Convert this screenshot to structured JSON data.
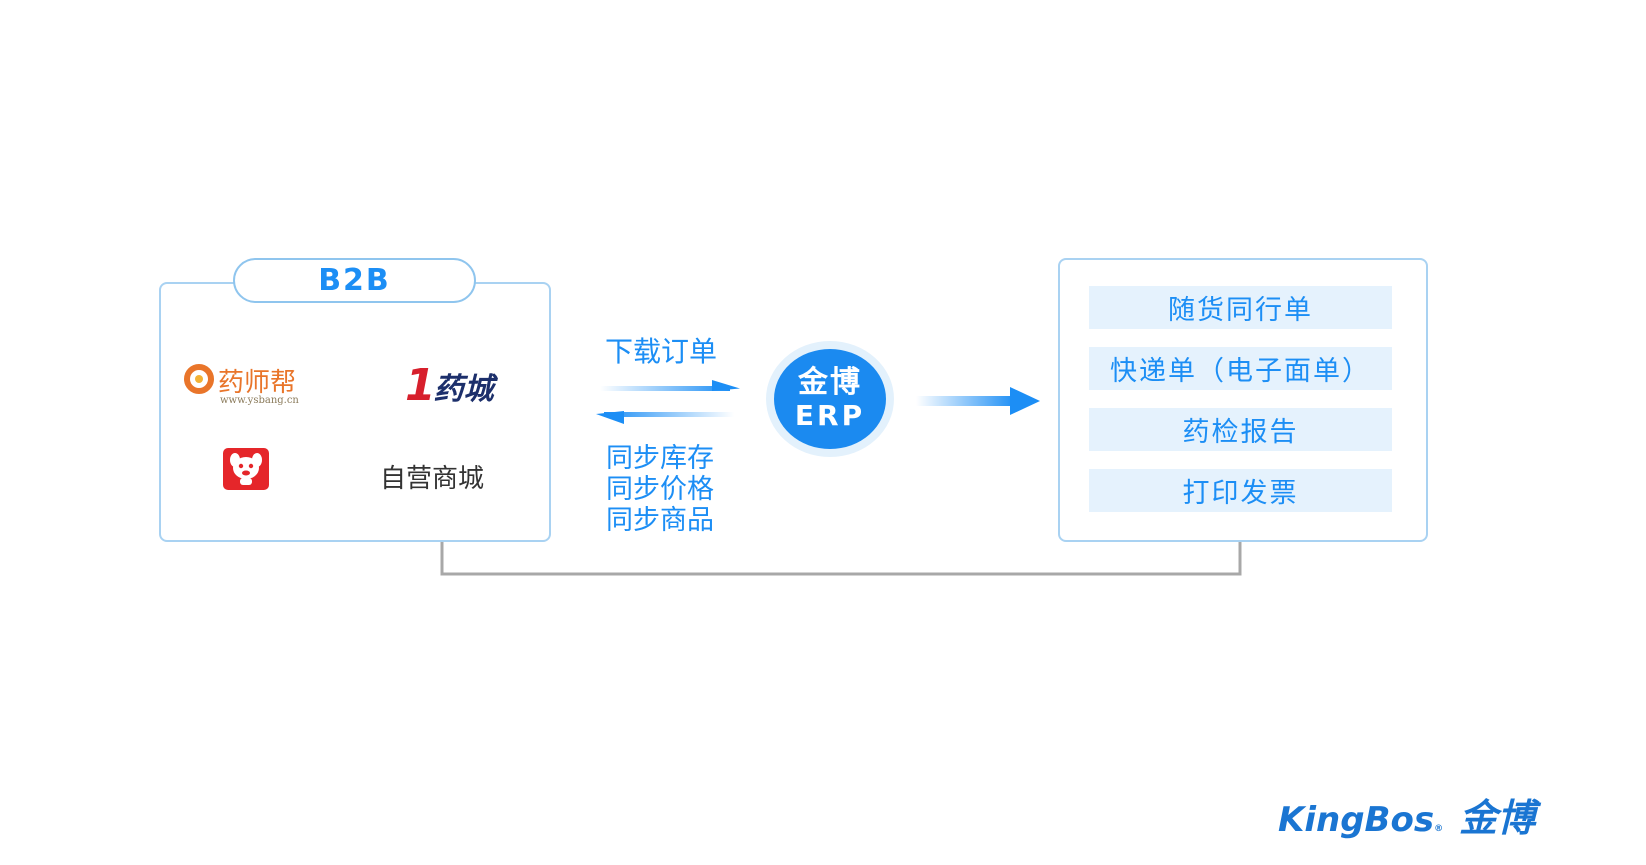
{
  "colors": {
    "accent": "#1c8ef5",
    "panel_border": "#a9d2f2",
    "connector_gray": "#a8a8a8"
  },
  "left_panel": {
    "title": "B2B",
    "logos": {
      "ysb_name": "药师帮",
      "ysb_url": "www.ysbang.cn",
      "yyc_number": "1",
      "yyc_text": "药城",
      "jd_icon": "jd-dog-icon"
    },
    "self_mall": "自营商城"
  },
  "flow": {
    "download": "下载订单",
    "sync": [
      "同步库存",
      "同步价格",
      "同步商品"
    ]
  },
  "erp": {
    "line1": "金博",
    "line2": "ERP"
  },
  "right_panel": {
    "items": [
      "随货同行单",
      "快递单（电子面单）",
      "药检报告",
      "打印发票"
    ]
  },
  "brand": {
    "en": "KingBos",
    "reg": "®",
    "cn": "金博"
  }
}
